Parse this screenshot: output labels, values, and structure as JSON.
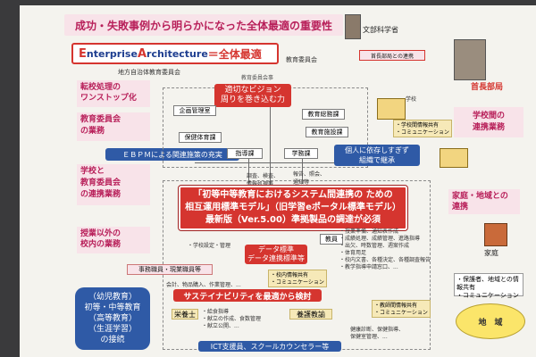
{
  "title": "成功・失敗事例から明らかになった全体最適の重要性",
  "ministry": "文部科学省",
  "ea_letter1": "E",
  "ea_word1": "nterprise ",
  "ea_letter2": "A",
  "ea_word2": "rchitecture",
  "ea_suffix": "＝全体最適",
  "left_labels": {
    "tenkou": "転校処理の\nワンストップ化",
    "kyoiku_gyomu": "教育委員会\nの業務",
    "gakkou_renkei": "学校と\n教育委員会\nの連携業務",
    "jugyo_igai": "授業以外の\n校内の業務",
    "connect": "（幼児教育）\n初等・中等教育\n（高等教育）\n（生涯学習）\nの接続"
  },
  "ebpm": "ＥＢＰＭによる関連施策の充実",
  "local_org": "地方自治体教育委員会",
  "kyoiku_iinkai": "教育委員会",
  "kyoiku_iinkai_small": "教育委員会事",
  "shuchou_renkei": "首長部局との連携",
  "shuchou": "首長部局",
  "gakkoukan": "学校間の\n連携業務",
  "vision": "適切なビジョン\n周りを巻き込む力",
  "kojin": "個人に依存しすぎず\n組織で継承",
  "katei_chiiki": "家庭・地域との\n連携",
  "katei": "家庭",
  "chiiki": "地　域",
  "gakkou": "学校",
  "boxes": {
    "kikaku": "企画管理室",
    "hoken": "保健体育課",
    "shidou": "指導課",
    "gakumu": "学務課",
    "soumu": "教育総務課",
    "shisetsu": "教育施設課",
    "kyouin": "教員",
    "jimu": "事務職員・現業職員等",
    "eiyou": "栄養士",
    "yougo": "養護教諭",
    "ict": "ICT支援員、スクールカウンセラー等"
  },
  "main_banner": "「初等中等教育におけるシステム間連携の ための\n相互運用標準モデル」（旧学習eポータル標準モデル）\n最新版（Ver.5.00）準拠製品の調達が必須",
  "data_std": "データ標準\nデータ連携標準等",
  "sustain": "サステイナビリティを最適から検討",
  "small_notes": {
    "n_left1": "・学校設定・管理",
    "n_left2": "会計、物品購入、作業管理、...",
    "n_kyouin": "・授業準備、通知表作成\n・成績処理、成績管理、進路指導\n・出欠、時数管理、週案作成\n・体育用足\n・校内文書、各種決定、各種調査報告\n・教学指導申請窓口、...",
    "n_eiyou": "・給食指導\n・献立の作成、食数管理\n・献立公開、...",
    "n_yougo": "・教師間情報共有\n・コミュニケーション",
    "n_jouhou": "・校内情報共有\n・コミュニケーション",
    "n_right_top": "・学校間情報共有\n・コミュニケーション",
    "n_right_mid": "・保護者、地域との情報共有\n・コミュニケーション",
    "n_right_bot": "健康診断、保健指導、\n保健室管理、...",
    "n_chousa": "調査、検査、\n情報処理等",
    "n_houkoku": "報告、照会、\n通知等"
  },
  "colors": {
    "pink_title": "#b8205a",
    "red_box": "#d5352f",
    "blue_box": "#2f5aa6",
    "slide_bg": "#f4f3ee"
  }
}
